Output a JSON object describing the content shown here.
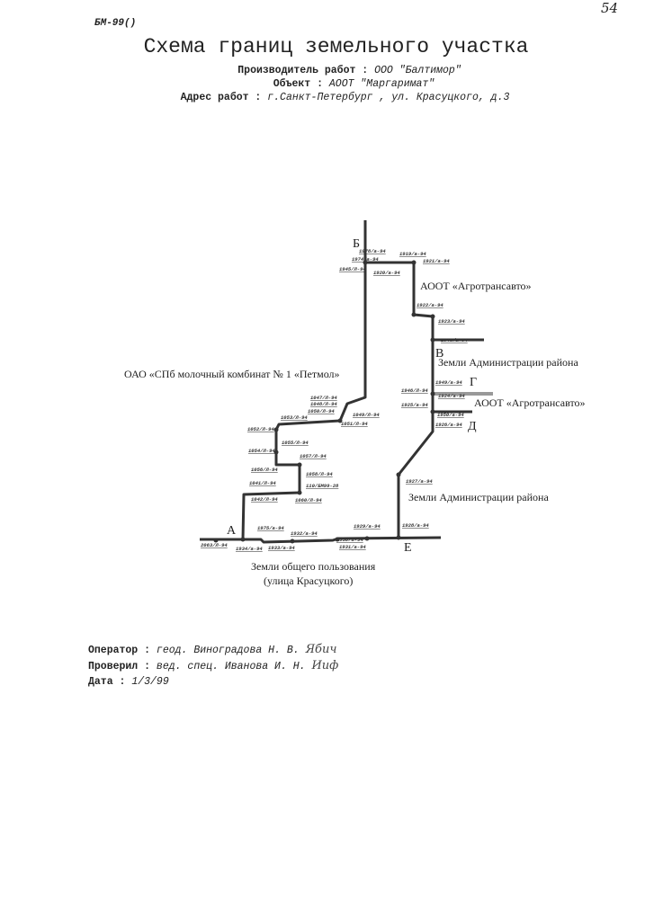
{
  "header": {
    "doc_code": "БМ-99()",
    "corner_mark": "54",
    "title": "Схема границ земельного участка",
    "contractor_label": "Производитель работ :",
    "contractor_value": "ООО \"Балтимор\"",
    "object_label": "Объект :",
    "object_value": "АООТ \"Маргаримат\"",
    "address_label": "Адрес работ :",
    "address_value": "г.Санкт-Петербург , ул. Красуцкого, д.3"
  },
  "diagram": {
    "points": [
      "Б",
      "В",
      "Г",
      "Д",
      "Е",
      "А"
    ],
    "areas": [
      "АООТ «Агротрансавто»",
      "Земли Администрации района",
      "ОАО «СПб молочный комбинат № 1 «Петмол»",
      "АООТ «Агротрансавто»",
      "Земли Администрации района",
      "Земли общего пользования",
      "(улица Красуцкого)"
    ],
    "markers": [
      "1978/а-94",
      "1974/а-94",
      "1919/а-94",
      "1921/а-94",
      "1945/Л-94",
      "1920/а-94",
      "1922/а-94",
      "1923/а-94",
      "1948/а-94",
      "1949/а-94",
      "1924/а-94",
      "1925/а-94",
      "1950/а-94",
      "1926/а-94",
      "1946/Л-94",
      "1927/а-94",
      "1047/Л-94",
      "1048/Л-94",
      "1050/Л-94",
      "1049/Л-94",
      "1051/Л-94",
      "1053/Л-94",
      "1052/Л-94",
      "1055/Л-94",
      "1054/Л-94",
      "1057/Л-94",
      "1056/Л-94",
      "1058/Л-94",
      "1041/Л-94",
      "110/БМ99-28",
      "1042/Л-94",
      "1060/Л-94",
      "1975/а-94",
      "1932/а-94",
      "1929/а-94",
      "1928/а-94",
      "1930/а-94",
      "2063/Л-94",
      "1934/а-94",
      "1933/а-94",
      "1931/а-94"
    ]
  },
  "footer": {
    "operator_label": "Оператор :",
    "operator_value": "геод. Виноградова Н. В.",
    "operator_sign": "Ябич",
    "checked_label": "Проверил :",
    "checked_value": "вед. спец. Иванова И. Н.",
    "checked_sign": "Ииф",
    "date_label": "Дата :",
    "date_value": "1/3/99"
  }
}
